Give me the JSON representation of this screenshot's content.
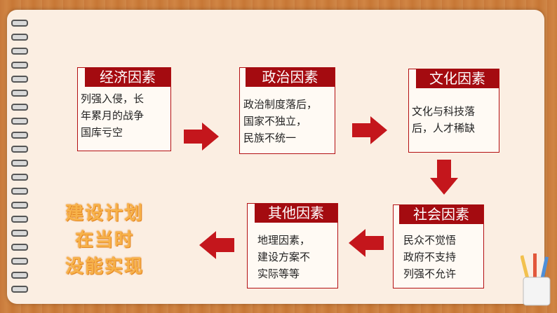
{
  "boxes": {
    "economic": {
      "title": "经济因素",
      "lines": [
        "列强入侵，长",
        "年累月的战争",
        "国库亏空"
      ]
    },
    "political": {
      "title": "政治因素",
      "lines": [
        "政治制度落后，",
        "国家不独立，",
        "民族不统一"
      ]
    },
    "cultural": {
      "title": "文化因素",
      "lines": [
        "文化与科技落",
        "后，人才稀缺"
      ]
    },
    "social": {
      "title": "社会因素",
      "lines": [
        "民众不觉悟",
        "政府不支持",
        "列强不允许"
      ]
    },
    "other": {
      "title": "其他因素",
      "lines": [
        "地理因素，",
        "建设方案不",
        "实际等等"
      ]
    }
  },
  "conclusion": {
    "lines": [
      "建设计划",
      "在当时",
      "没能实现"
    ]
  },
  "colors": {
    "accent": "#a40b10",
    "arrow": "#c4161c",
    "conclusion": "#f7b24a"
  }
}
